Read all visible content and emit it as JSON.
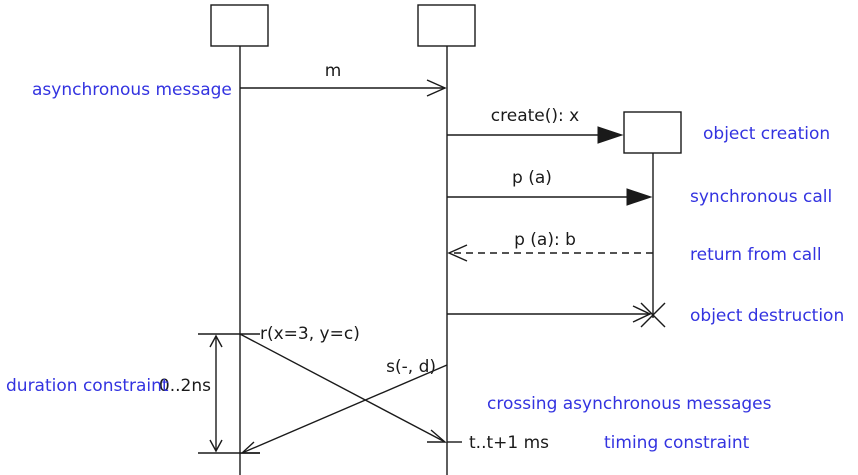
{
  "messages": {
    "async": "m",
    "create": "create(): x",
    "sync_call": "p (a)",
    "return": "p (a): b",
    "cross_r": "r(x=3, y=c)",
    "cross_s": "s(-, d)"
  },
  "constraints": {
    "duration_value": "0..2ns",
    "timing_value": "t..t+1 ms"
  },
  "annotations": {
    "asynchronous_message": "asynchronous message",
    "object_creation": "object creation",
    "synchronous_call": "synchronous call",
    "return_from_call": "return from call",
    "object_destruction": "object destruction",
    "duration_constraint": "duration constraint",
    "crossing_async": "crossing asynchronous messages",
    "timing_constraint": "timing constraint"
  },
  "colors": {
    "annotation": "#3333e0",
    "line": "#1a1a1a"
  }
}
